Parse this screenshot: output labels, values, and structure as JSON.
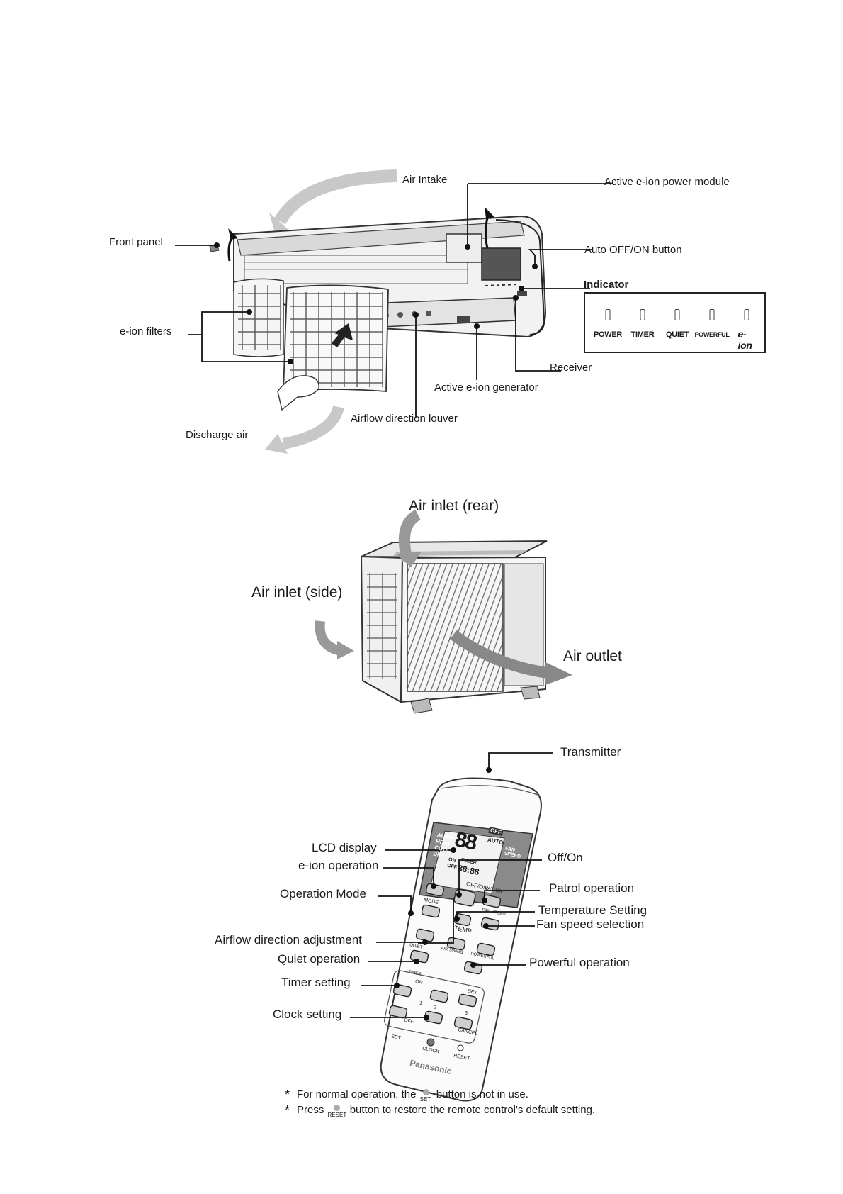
{
  "indoor_unit": {
    "labels": {
      "air_intake": "Air Intake",
      "active_eion_power_module": "Active e-ion power module",
      "front_panel": "Front panel",
      "auto_off_on_button": "Auto OFF/ON button",
      "indicator": "Indicator",
      "eion_filters": "e-ion filters",
      "receiver": "Receiver",
      "active_eion_generator": "Active e-ion generator",
      "airflow_direction_louver": "Airflow direction louver",
      "discharge_air": "Discharge air"
    },
    "indicator_lamps": [
      "POWER",
      "TIMER",
      "QUIET",
      "POWERFUL",
      "e-ion"
    ]
  },
  "outdoor_unit": {
    "labels": {
      "air_inlet_rear": "Air inlet (rear)",
      "air_inlet_side": "Air inlet (side)",
      "air_outlet": "Air outlet"
    }
  },
  "remote_control": {
    "labels": {
      "transmitter": "Transmitter",
      "lcd_display": "LCD display",
      "eion_operation": "e-ion operation",
      "off_on": "Off/On",
      "operation_mode": "Operation Mode",
      "patrol_operation": "Patrol operation",
      "temperature_setting": "Temperature Setting",
      "fan_speed_selection": "Fan speed selection",
      "airflow_direction_adjustment": "Airflow direction adjustment",
      "quiet_operation": "Quiet operation",
      "powerful_operation": "Powerful operation",
      "timer_setting": "Timer setting",
      "clock_setting": "Clock setting"
    },
    "lcd": {
      "modes": [
        "AUTO",
        "HEAT",
        "COOL",
        "DRY"
      ],
      "digits": "88",
      "off": "OFF",
      "auto": "AUTO",
      "fan_speed": "FAN SPEED",
      "timer_on": "ON",
      "timer_off": "OFF",
      "timer_label": "TIMER",
      "clock": "88:88"
    },
    "buttons": {
      "off_on": "OFF/ON",
      "patrol": "PATROL",
      "mode": "MODE",
      "temp": "TEMP",
      "fan_speed": "FAN SPEED",
      "air_swing": "AIR SWING",
      "quiet": "QUIET",
      "powerful": "POWERFUL",
      "timer": "TIMER",
      "on": "ON",
      "off": "OFF",
      "set": "SET",
      "cancel": "CANCEL",
      "clock": "CLOCK",
      "reset": "RESET",
      "num1": "1",
      "num2": "2",
      "num3": "3"
    },
    "brand": "Panasonic"
  },
  "notes": {
    "note1_before": "For normal operation, the",
    "note1_icon": "SET",
    "note1_after": "button is not in use.",
    "note2_before": "Press",
    "note2_icon": "RESET",
    "note2_after": "button to restore the remote control's default setting.",
    "star": "*"
  }
}
